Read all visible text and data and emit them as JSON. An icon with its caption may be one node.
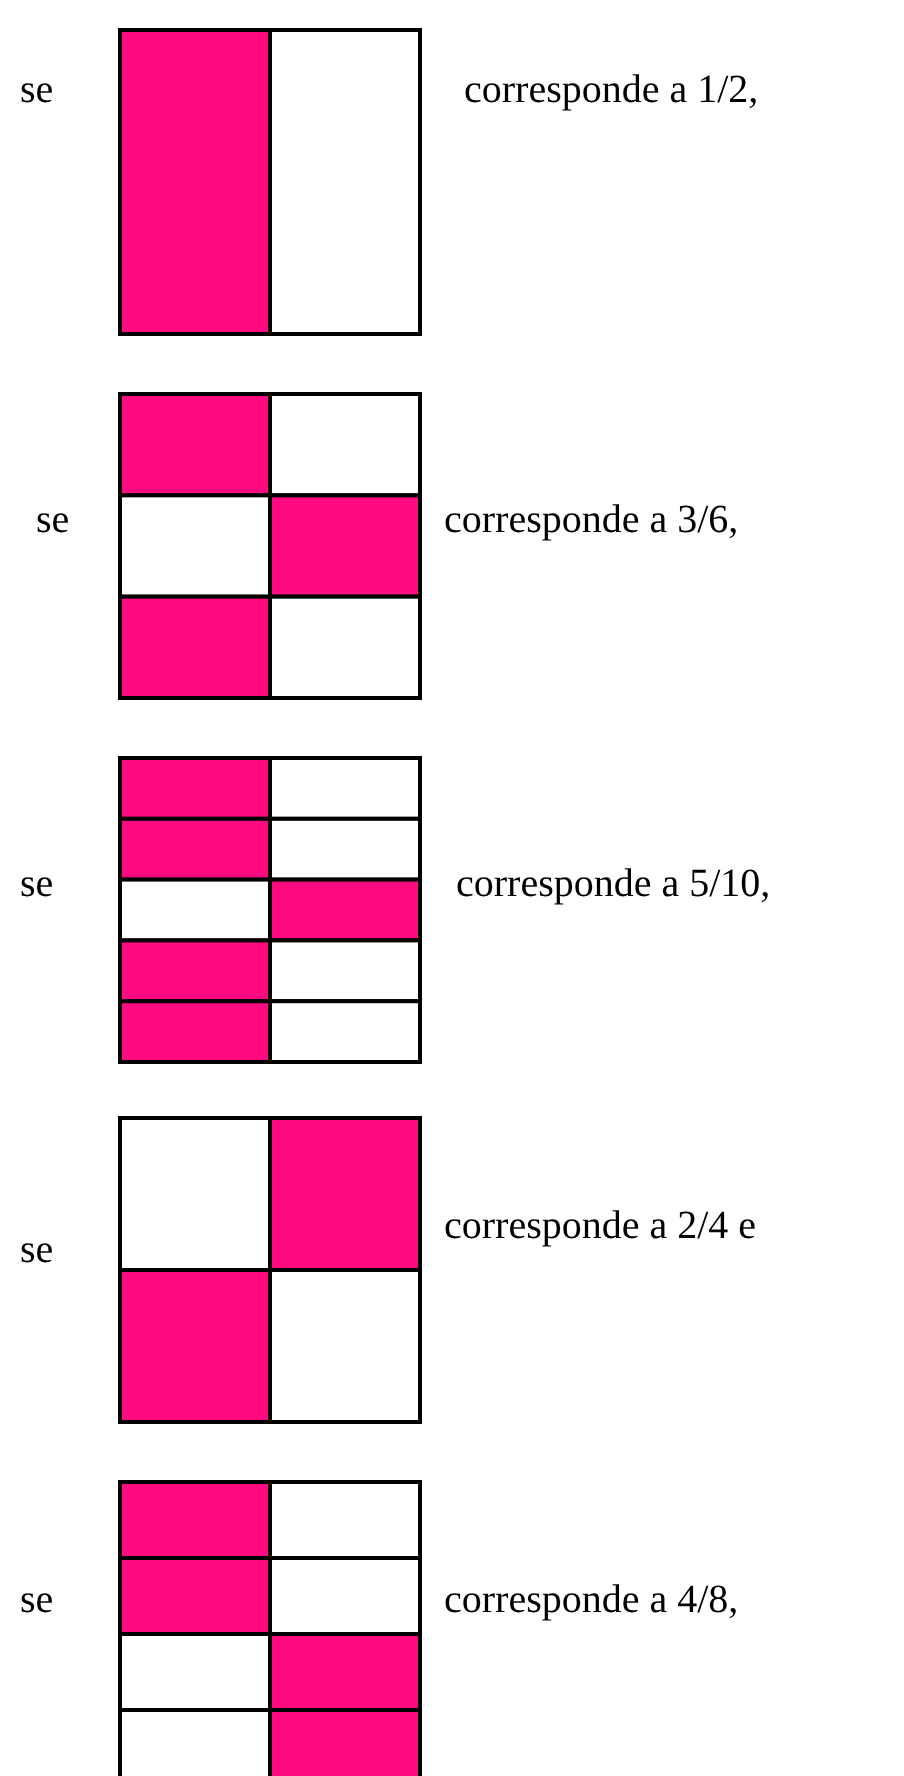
{
  "diagram": {
    "labels": [
      "se",
      "corresponde a 1/2,",
      "se",
      "corresponde a 3/6,",
      "se",
      "corresponde a 5/10,",
      "se",
      "corresponde a 2/4 e",
      "se",
      "corresponde a 4/8,"
    ]
  }
}
